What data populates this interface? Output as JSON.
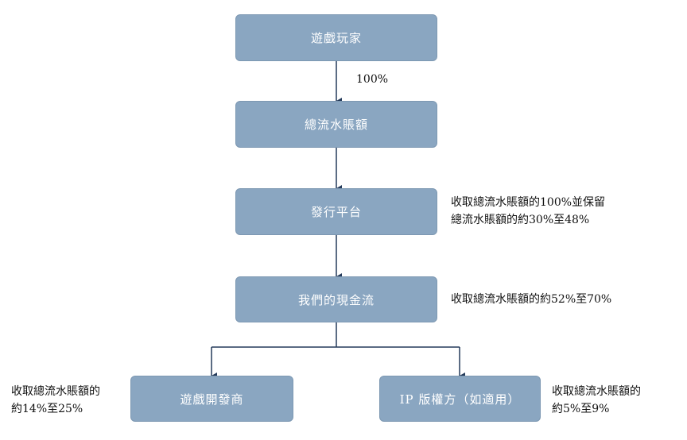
{
  "nodes": {
    "players": "遊戲玩家",
    "gross_billings": "總流水賬額",
    "platform": "發行平台",
    "our_cash_flow": "我們的現金流",
    "developers": "遊戲開發商",
    "ip_holders": "IP 版權方（如適用）"
  },
  "labels": {
    "players_to_billings": "100%"
  },
  "notes": {
    "platform_line1": "收取總流水賬額的100%並保留",
    "platform_line2": "總流水賬額的約30%至48%",
    "our_cash_flow": "收取總流水賬額的約52%至70%",
    "developers_line1": "收取總流水賬額的",
    "developers_line2": "約14%至25%",
    "ip_holders_line1": "收取總流水賬額的",
    "ip_holders_line2": "約5%至9%"
  },
  "colors": {
    "box_fill": "#8aa6c1",
    "connector": "#243a5a"
  }
}
